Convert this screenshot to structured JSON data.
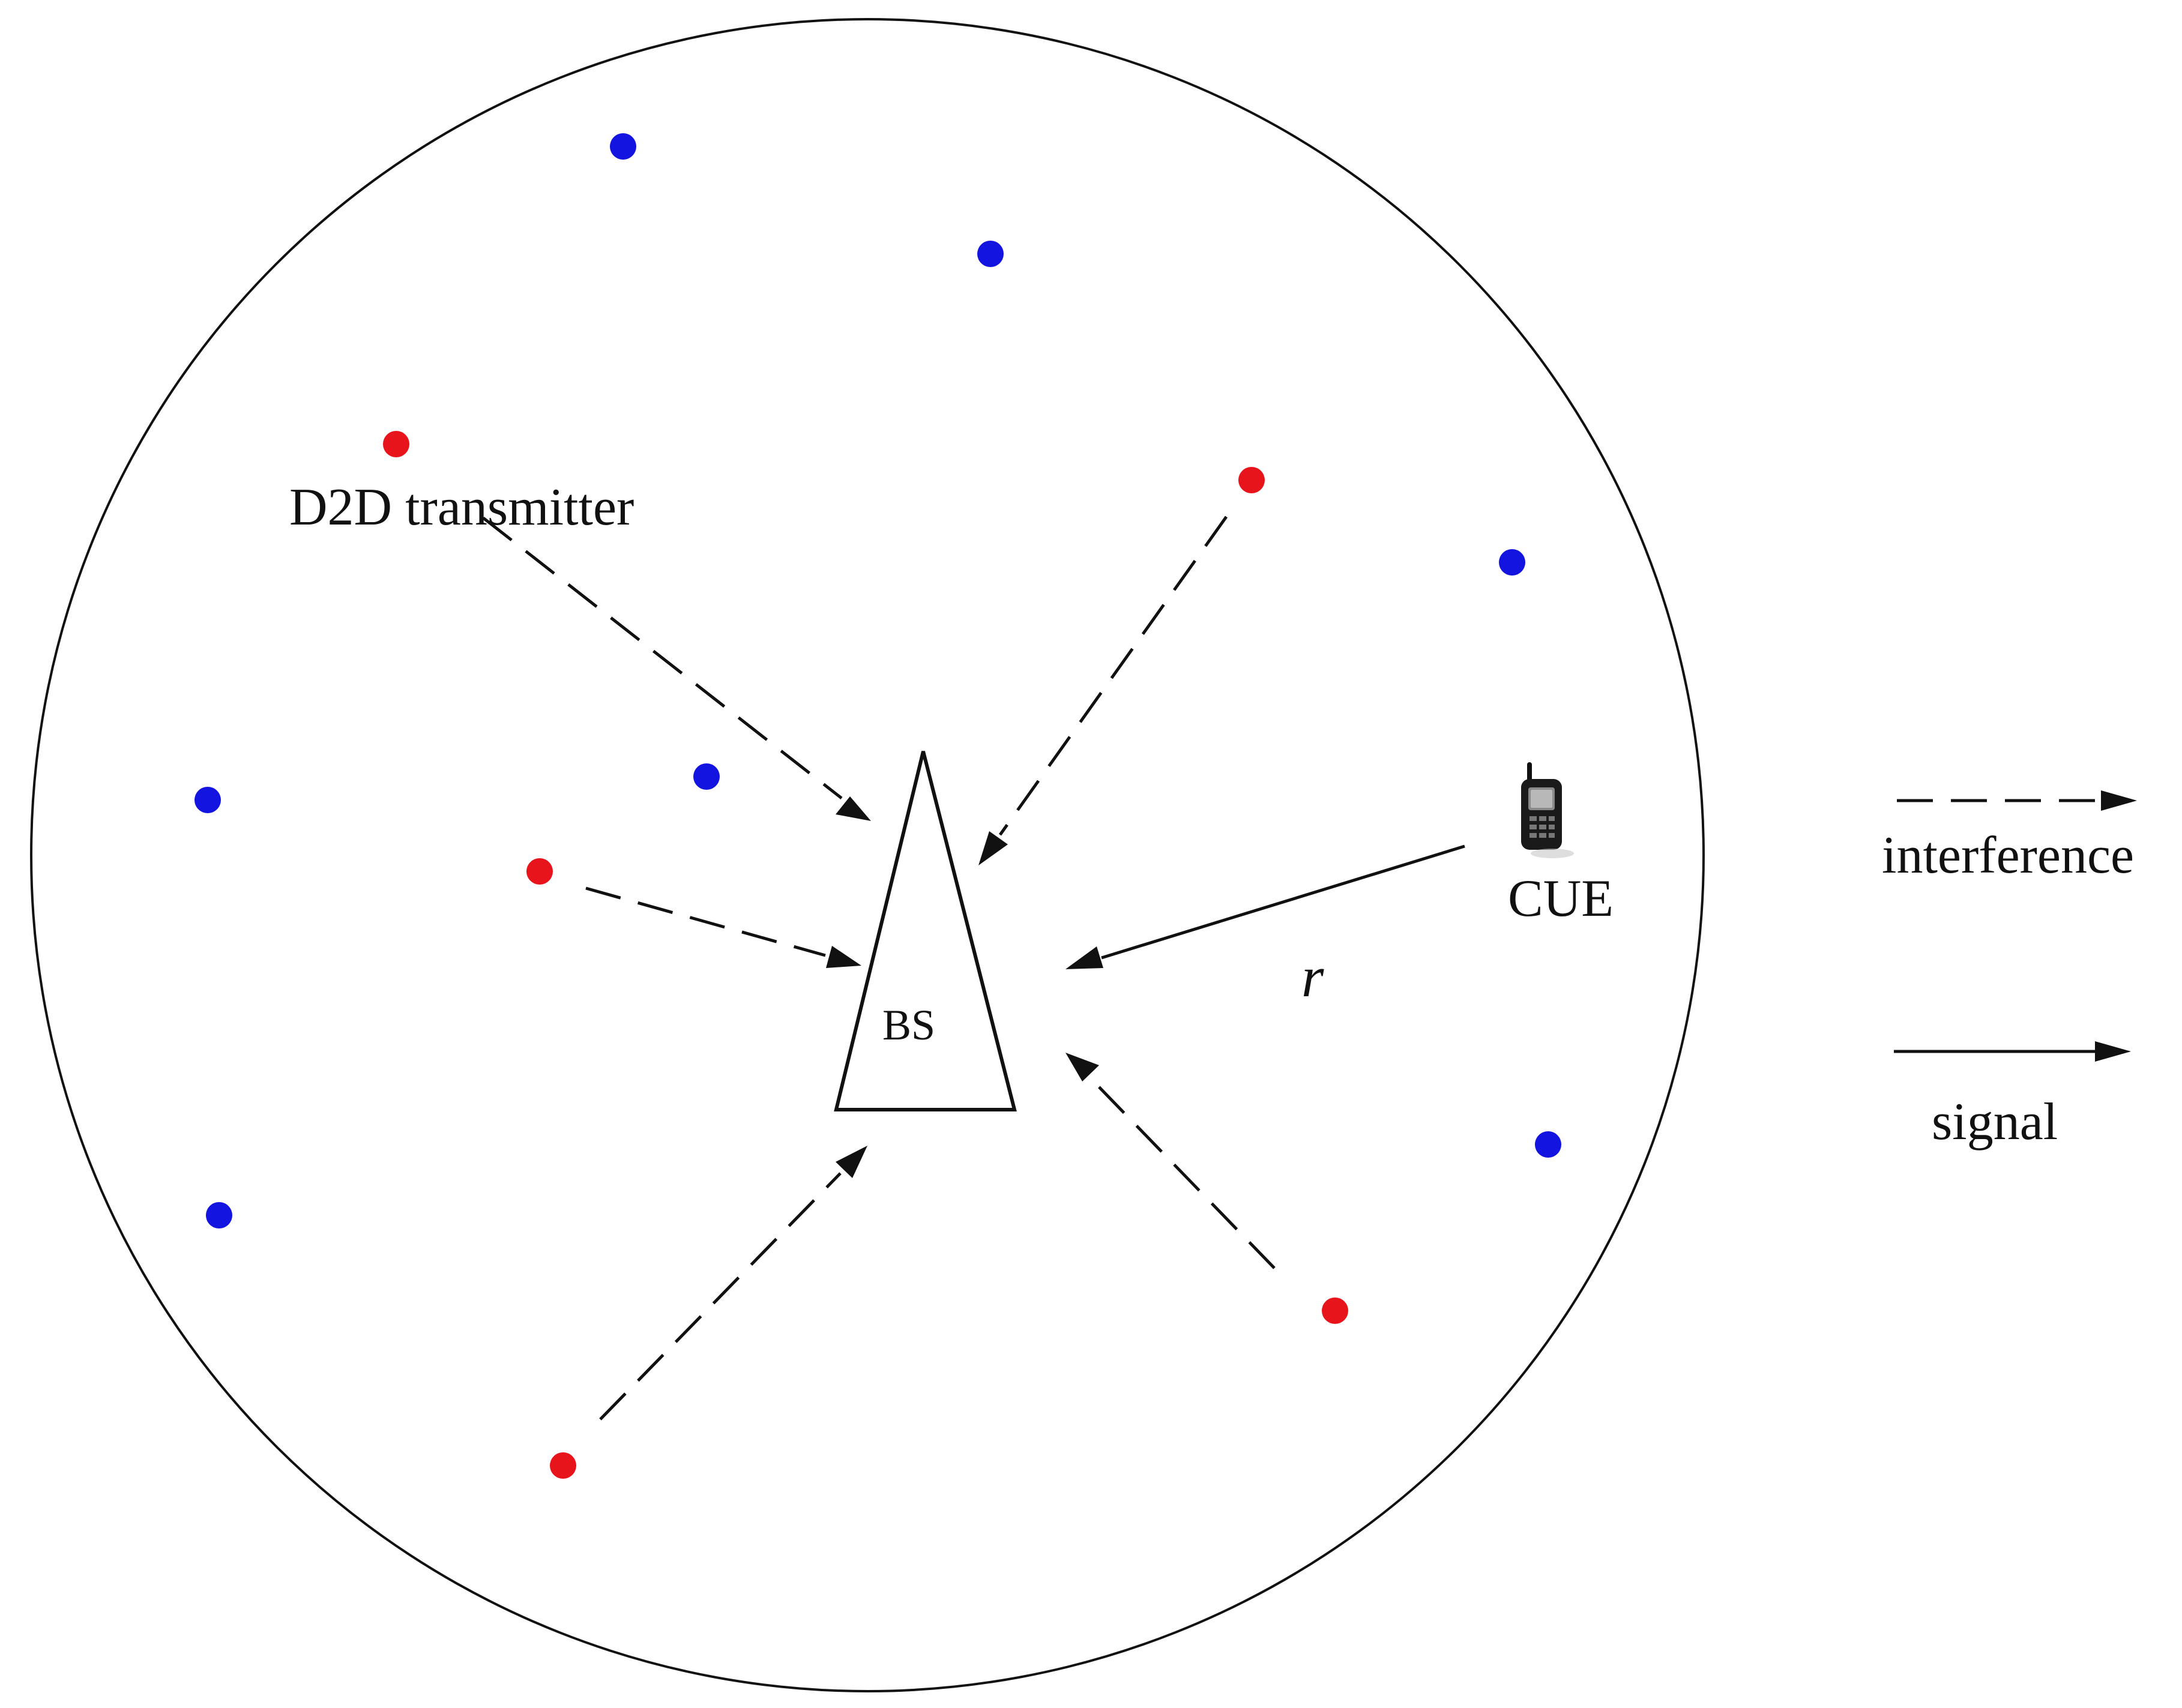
{
  "labels": {
    "d2d_transmitter": "D2D transmitter",
    "bs": "BS",
    "cue": "CUE",
    "distance": "r"
  },
  "legend": {
    "interference": "interference",
    "signal": "signal"
  },
  "colors": {
    "d2d_transmitter_dot": "#e8141c",
    "other_dot": "#1414e0",
    "line": "#111111"
  },
  "icons": {
    "cue": "mobile-phone-icon",
    "bs": "base-station-triangle-icon"
  }
}
